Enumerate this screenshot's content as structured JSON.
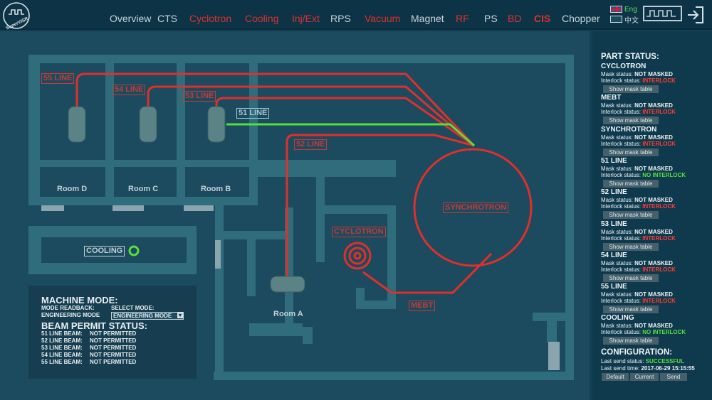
{
  "logo": {
    "text": "SuperVISR"
  },
  "nav": [
    {
      "label": "Overview",
      "state": "normal"
    },
    {
      "label": "CTS",
      "state": "normal"
    },
    {
      "label": "Cyclotron",
      "state": "alert"
    },
    {
      "label": "Cooling",
      "state": "alert"
    },
    {
      "label": "Inj/Ext",
      "state": "alert"
    },
    {
      "label": "RPS",
      "state": "normal"
    },
    {
      "label": "Vacuum",
      "state": "alert"
    },
    {
      "label": "Magnet",
      "state": "normal"
    },
    {
      "label": "RF",
      "state": "alert"
    },
    {
      "label": "PS",
      "state": "normal"
    },
    {
      "label": "BD",
      "state": "alert"
    },
    {
      "label": "CIS",
      "state": "alert"
    },
    {
      "label": "Chopper",
      "state": "normal"
    }
  ],
  "language": {
    "english": "Eng",
    "chinese": "中文",
    "selected": "Eng"
  },
  "map": {
    "lines": [
      "55 LINE",
      "54 LINE",
      "53 LINE",
      "51 LINE",
      "52 LINE"
    ],
    "synchrotron": "SYNCHROTRON",
    "cyclotron": "CYCLOTRON",
    "mebt": "MEBT",
    "rooms": [
      "Room D",
      "Room C",
      "Room B",
      "Room A"
    ],
    "cooling": "COOLING"
  },
  "machine_mode": {
    "title": "MACHINE MODE:",
    "readback_label": "MODE READBACK:",
    "readback_value": "ENGINEERING MODE",
    "select_label": "SELECT MODE:",
    "select_value": "ENGINEERING MODE"
  },
  "beam_permit": {
    "title": "BEAM PERMIT STATUS:",
    "rows": [
      {
        "label": "51 LINE BEAM:",
        "value": "NOT PERMITTED"
      },
      {
        "label": "52 LINE BEAM:",
        "value": "NOT PERMITTED"
      },
      {
        "label": "53 LINE BEAM:",
        "value": "NOT PERMITTED"
      },
      {
        "label": "54 LINE BEAM:",
        "value": "NOT PERMITTED"
      },
      {
        "label": "55 LINE BEAM:",
        "value": "NOT PERMITTED"
      }
    ]
  },
  "part_status": {
    "title": "PART STATUS:",
    "mask_label": "Mask status:",
    "interlock_label": "Interlock status:",
    "button_label": "Show mask table",
    "parts": [
      {
        "name": "CYCLOTRON",
        "mask": "NOT MASKED",
        "interlock": "INTERLOCK"
      },
      {
        "name": "MEBT",
        "mask": "NOT MASKED",
        "interlock": "INTERLOCK"
      },
      {
        "name": "SYNCHROTRON",
        "mask": "NOT MASKED",
        "interlock": "INTERLOCK"
      },
      {
        "name": "51 LINE",
        "mask": "NOT MASKED",
        "interlock": "NO INTERLOCK"
      },
      {
        "name": "52 LINE",
        "mask": "NOT MASKED",
        "interlock": "INTERLOCK"
      },
      {
        "name": "53 LINE",
        "mask": "NOT MASKED",
        "interlock": "INTERLOCK"
      },
      {
        "name": "54 LINE",
        "mask": "NOT MASKED",
        "interlock": "INTERLOCK"
      },
      {
        "name": "55 LINE",
        "mask": "NOT MASKED",
        "interlock": "INTERLOCK"
      },
      {
        "name": "COOLING",
        "mask": "NOT MASKED",
        "interlock": "NO INTERLOCK"
      }
    ]
  },
  "configuration": {
    "title": "CONFIGURATION:",
    "send_status_label": "Last send status:",
    "send_status_value": "SUCCESSFUL",
    "send_time_label": "Last send time:",
    "send_time_value": "2017-06-29 15:15:55",
    "buttons": [
      "Default",
      "Current",
      "Send"
    ]
  },
  "colors": {
    "alert": "#e0302b",
    "ok": "#55e03c",
    "beam_active": "#55e03c",
    "beam_interlock": "#e0302b"
  }
}
